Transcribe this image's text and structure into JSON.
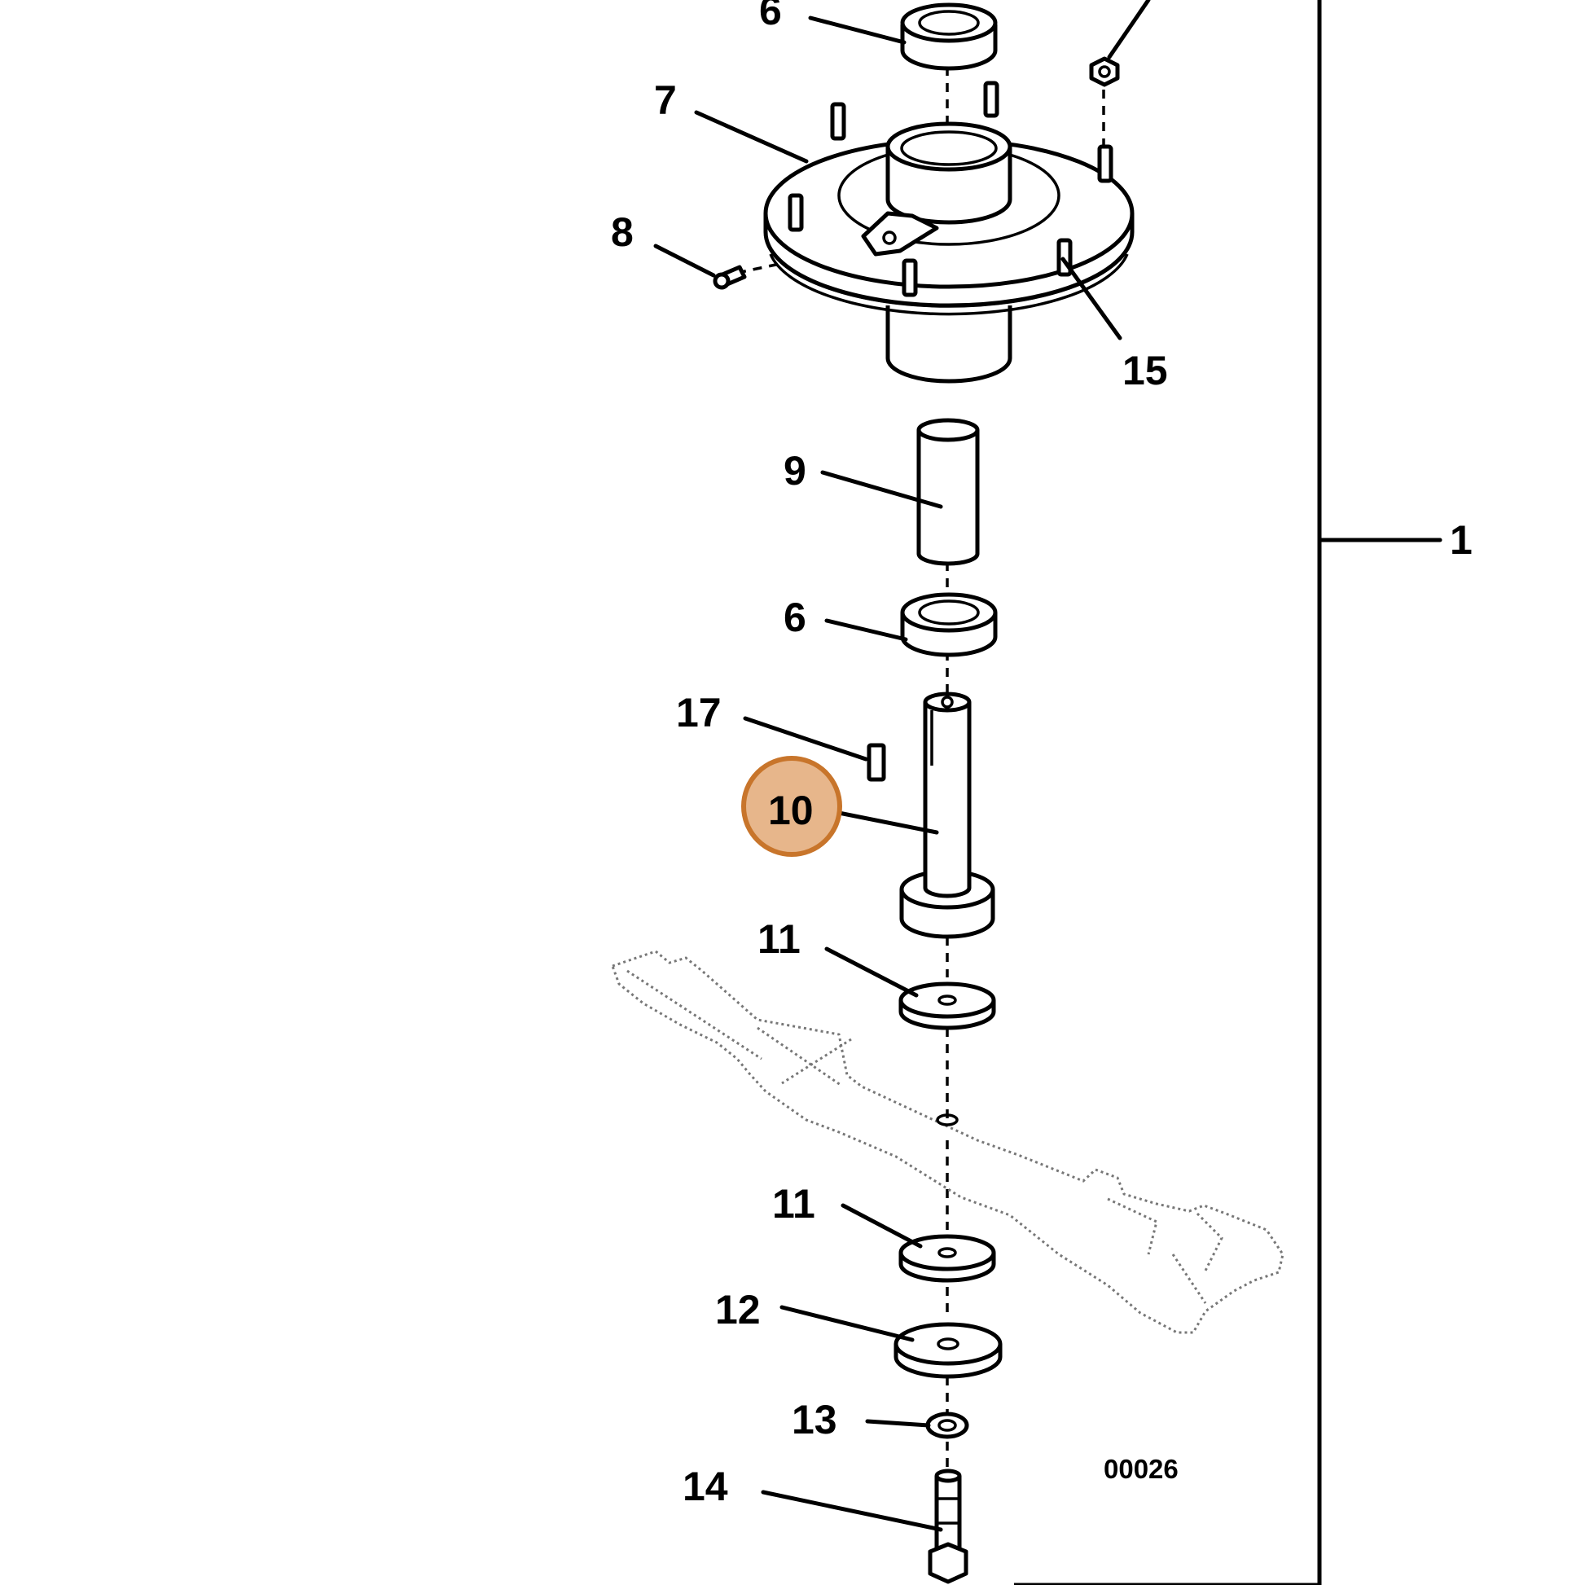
{
  "callouts": {
    "c1": "1",
    "c6_top": "6",
    "c6_mid": "6",
    "c7": "7",
    "c8": "8",
    "c9": "9",
    "c10": "10",
    "c11_top": "11",
    "c11_bottom": "11",
    "c12": "12",
    "c13": "13",
    "c14": "14",
    "c15": "15",
    "c17": "17"
  },
  "figure_code": "00026",
  "highlight": {
    "target": "10",
    "fill": "#e7b68b",
    "stroke": "#c8752b"
  }
}
